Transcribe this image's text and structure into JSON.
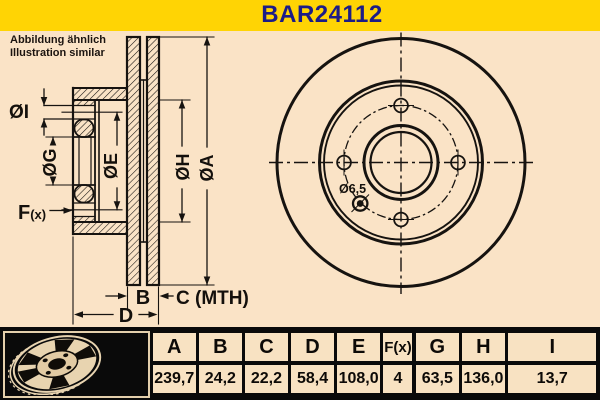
{
  "header": {
    "title": "BAR24112",
    "note_line1": "Abbildung ähnlich",
    "note_line2": "Illustration similar"
  },
  "diagram": {
    "labels": {
      "dia_i": "ØI",
      "dia_g": "ØG",
      "dia_e": "ØE",
      "dia_h": "ØH",
      "dia_a": "ØA",
      "f_main": "F",
      "f_sub": "(x)",
      "b": "B",
      "c_mth": "C (MTH)",
      "d": "D",
      "hole": "Ø6,5"
    }
  },
  "table": {
    "headers": [
      "A",
      "B",
      "C",
      "D",
      "E",
      "F(x)",
      "G",
      "H",
      "I"
    ],
    "values": [
      "239,7",
      "24,2",
      "22,2",
      "58,4",
      "108,0",
      "4",
      "63,5",
      "136,0",
      "13,7"
    ]
  },
  "colors": {
    "banner": "#FFD404",
    "title": "#1C1C87",
    "background": "#FAE3C6",
    "panel": "#0A0A0A",
    "line": "#161310",
    "thumb_disc": "#E8D4B0"
  }
}
